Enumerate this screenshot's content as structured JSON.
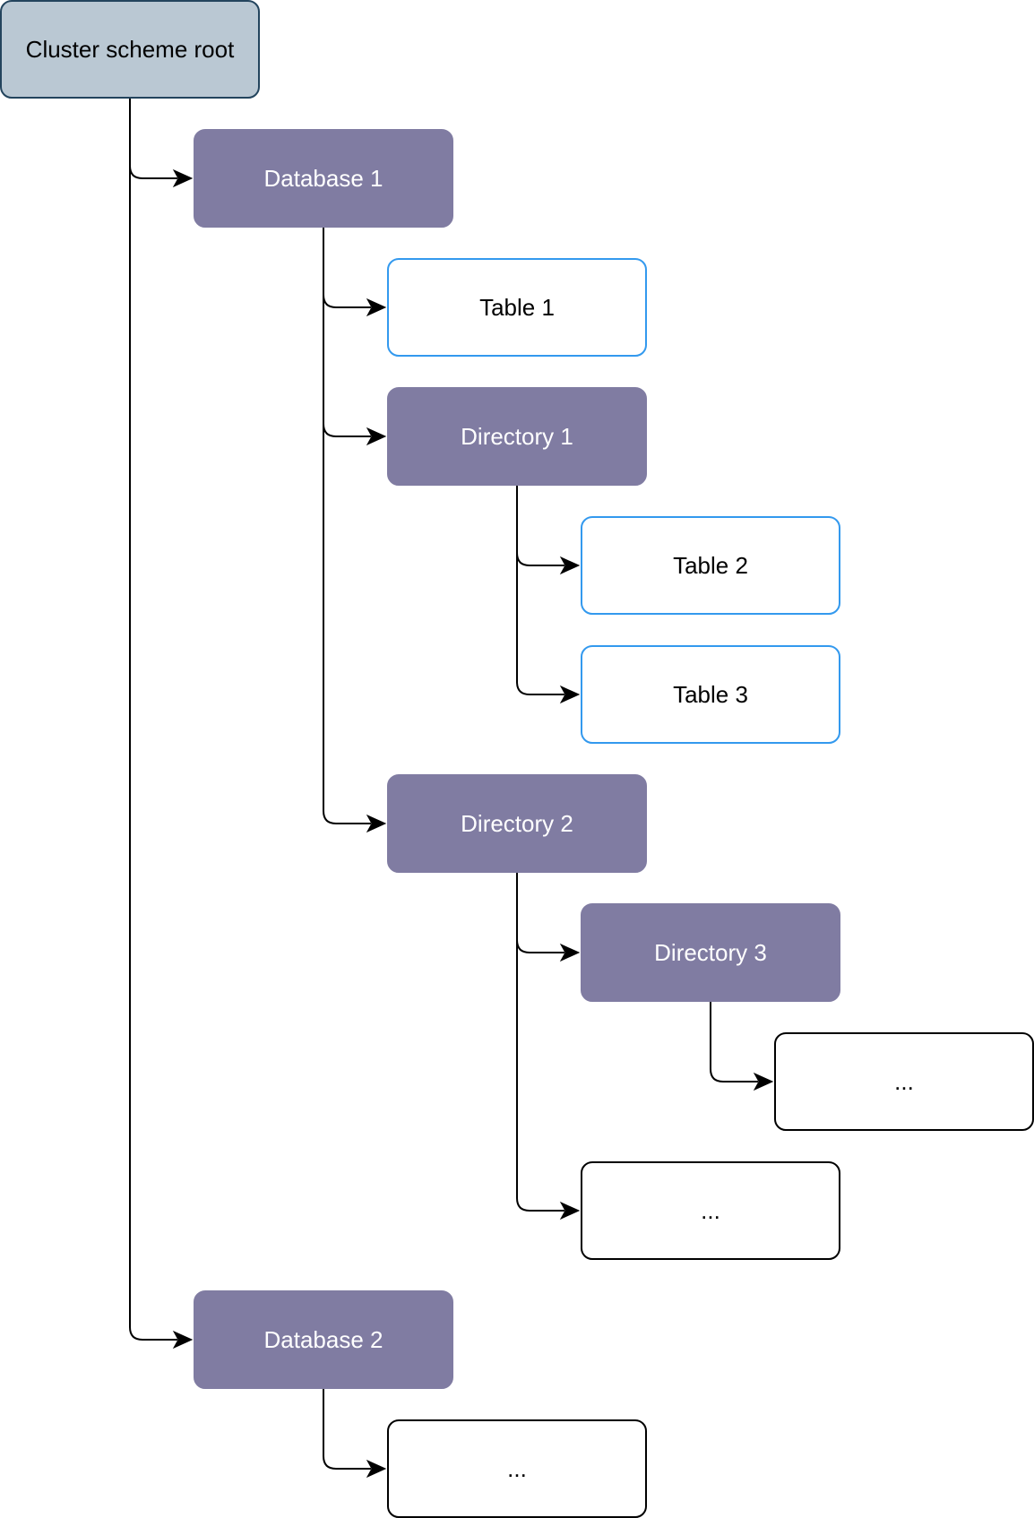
{
  "diagram": {
    "nodes": [
      {
        "id": "root",
        "label": "Cluster scheme root",
        "kind": "root"
      },
      {
        "id": "db1",
        "label": "Database 1",
        "kind": "database"
      },
      {
        "id": "table1",
        "label": "Table 1",
        "kind": "table"
      },
      {
        "id": "dir1",
        "label": "Directory 1",
        "kind": "directory"
      },
      {
        "id": "table2",
        "label": "Table 2",
        "kind": "table"
      },
      {
        "id": "table3",
        "label": "Table 3",
        "kind": "table"
      },
      {
        "id": "dir2",
        "label": "Directory 2",
        "kind": "directory"
      },
      {
        "id": "dir3",
        "label": "Directory 3",
        "kind": "directory"
      },
      {
        "id": "more1",
        "label": "...",
        "kind": "placeholder"
      },
      {
        "id": "more2",
        "label": "...",
        "kind": "placeholder"
      },
      {
        "id": "db2",
        "label": "Database 2",
        "kind": "database"
      },
      {
        "id": "more3",
        "label": "...",
        "kind": "placeholder"
      }
    ],
    "edges": [
      {
        "from": "root",
        "to": "db1"
      },
      {
        "from": "root",
        "to": "db2"
      },
      {
        "from": "db1",
        "to": "table1"
      },
      {
        "from": "db1",
        "to": "dir1"
      },
      {
        "from": "db1",
        "to": "dir2"
      },
      {
        "from": "dir1",
        "to": "table2"
      },
      {
        "from": "dir1",
        "to": "table3"
      },
      {
        "from": "dir2",
        "to": "dir3"
      },
      {
        "from": "dir2",
        "to": "more2"
      },
      {
        "from": "dir3",
        "to": "more1"
      },
      {
        "from": "db2",
        "to": "more3"
      }
    ]
  },
  "colors": {
    "root_fill": "#bac8d3",
    "root_stroke": "#23445d",
    "container_fill": "#807ca2",
    "table_stroke": "#3399ee",
    "placeholder_stroke": "#000000",
    "connector": "#000000"
  }
}
